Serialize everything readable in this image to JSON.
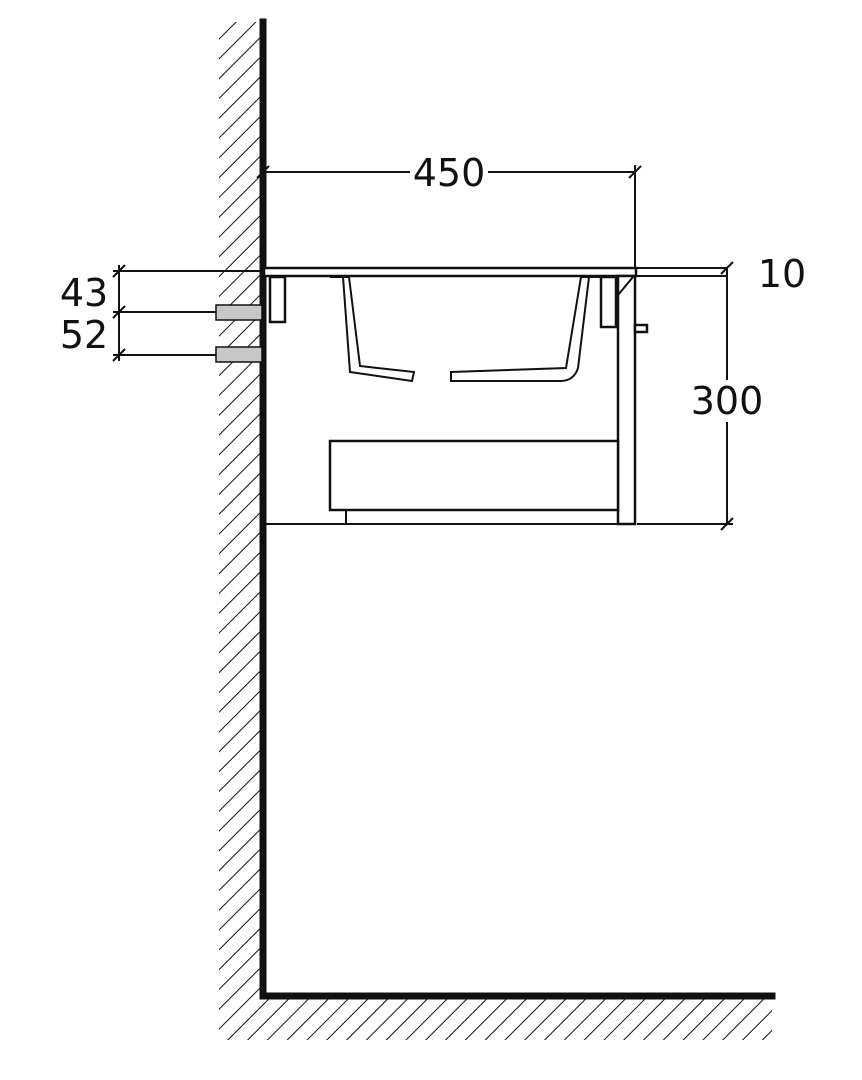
{
  "drawing": {
    "dimensions": {
      "width": "450",
      "top_thickness": "10",
      "height": "300",
      "fixing_top": "43",
      "fixing_gap": "52"
    },
    "colors": {
      "line": "#111111",
      "bracket": "#c7c7c7",
      "background": "#ffffff"
    }
  }
}
